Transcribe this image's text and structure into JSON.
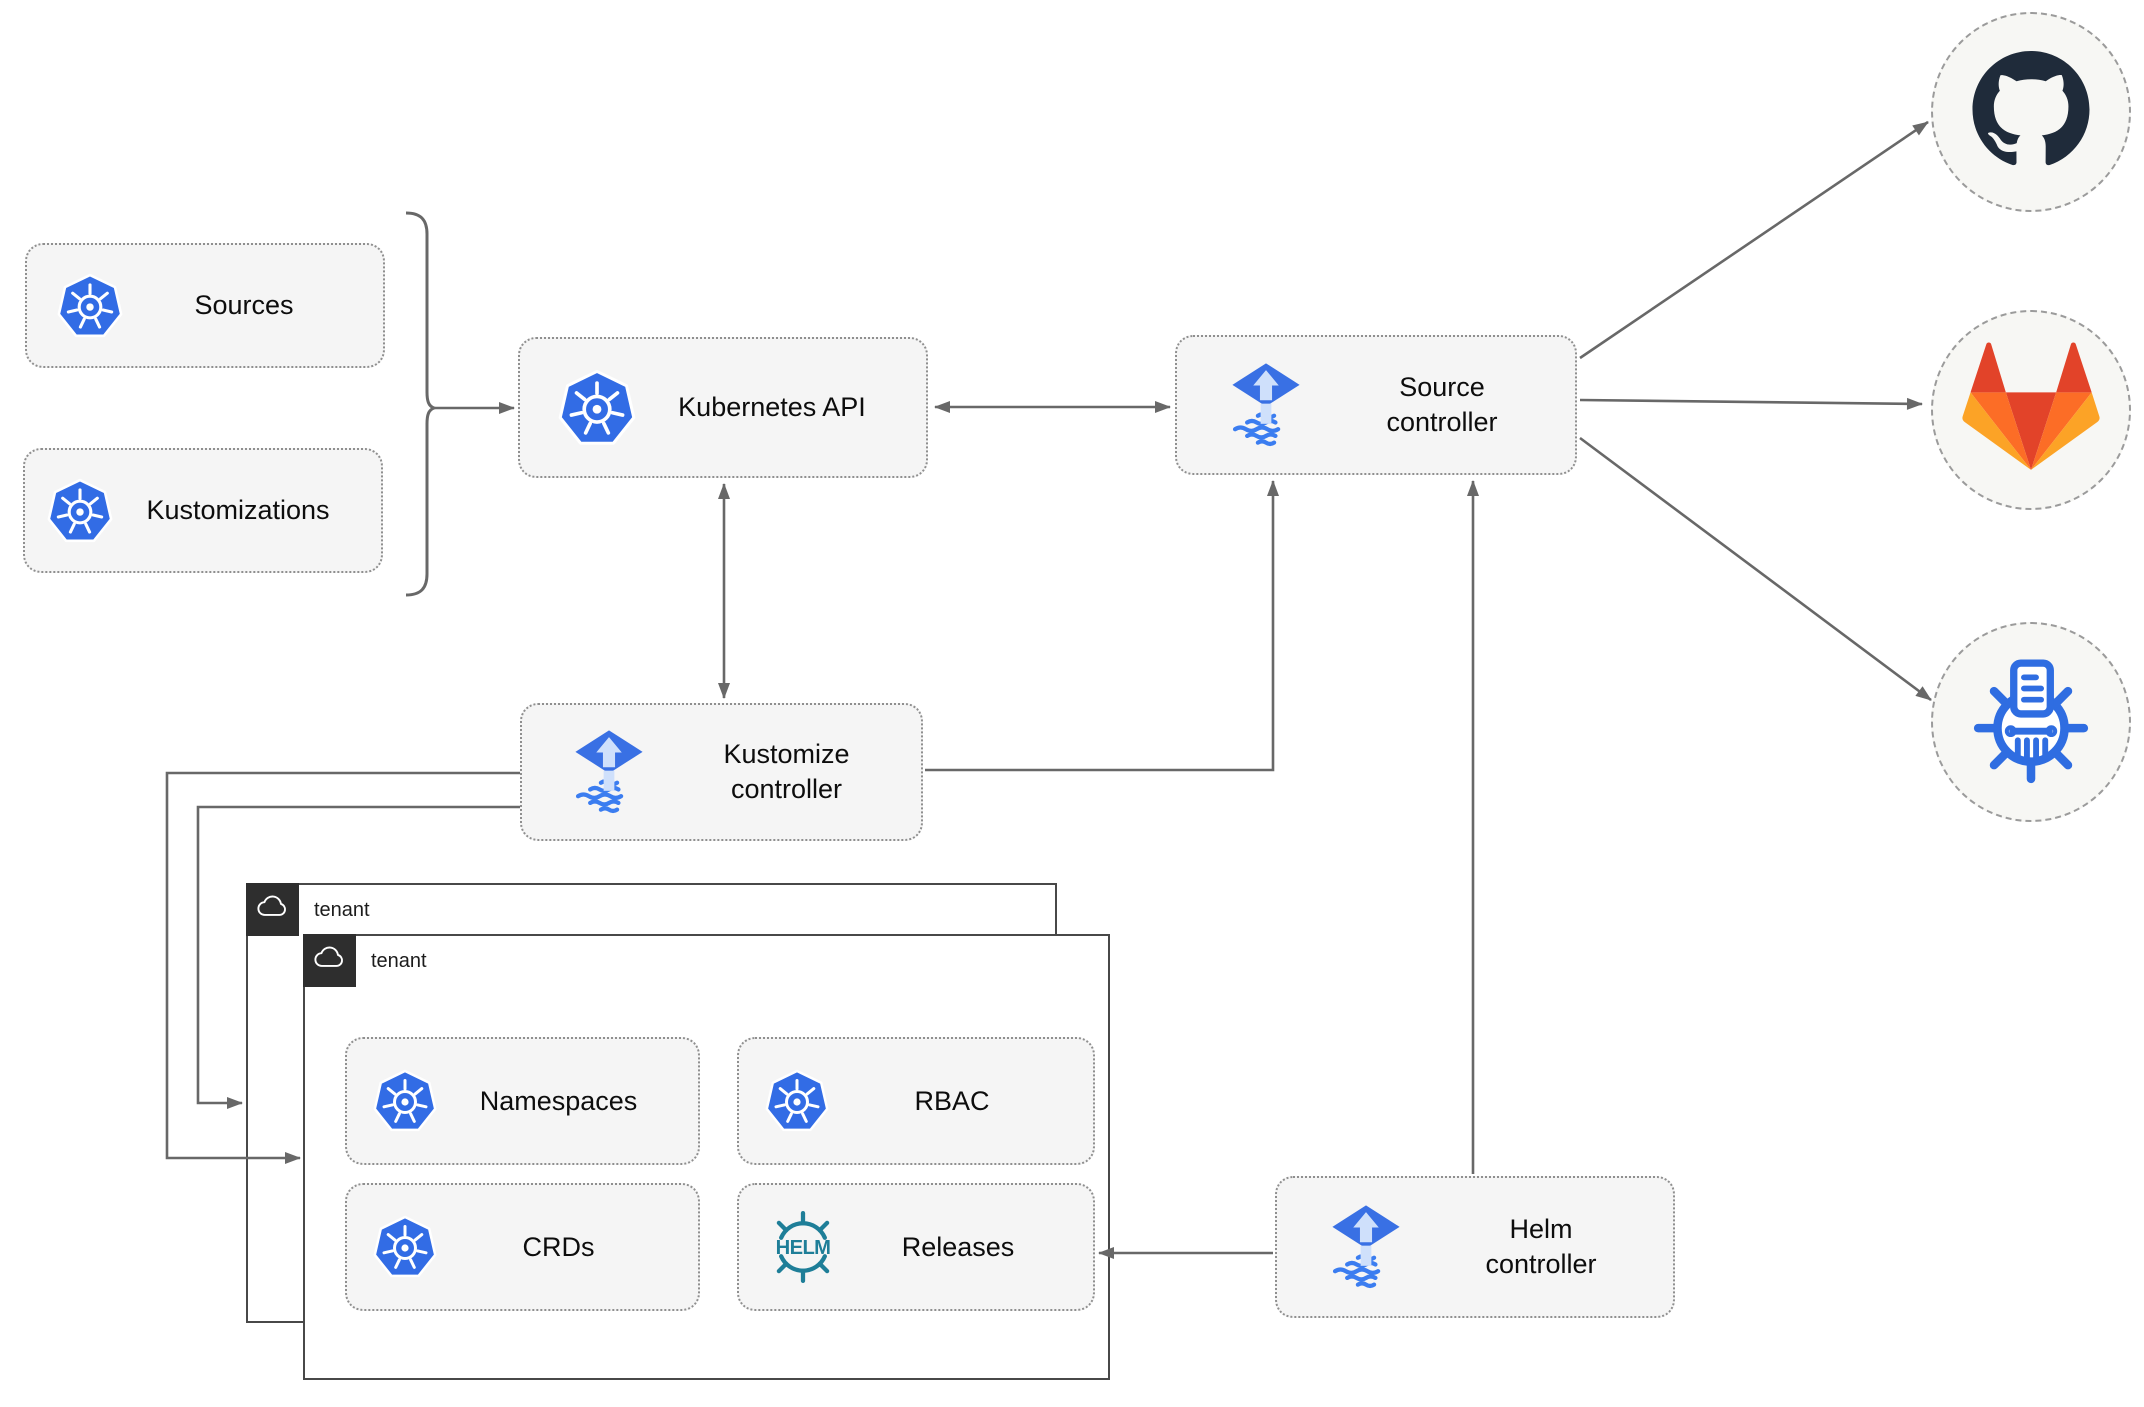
{
  "nodes": {
    "sources": {
      "label": "Sources",
      "icon": "kubernetes-icon"
    },
    "kustomizations": {
      "label": "Kustomizations",
      "icon": "kubernetes-icon"
    },
    "kubernetes_api": {
      "label": "Kubernetes API",
      "icon": "kubernetes-icon"
    },
    "source_controller": {
      "label": "Source controller",
      "icon": "flux-icon"
    },
    "kustomize_controller": {
      "label": "Kustomize controller",
      "icon": "flux-icon"
    },
    "helm_controller": {
      "label": "Helm controller",
      "icon": "flux-icon"
    },
    "namespaces": {
      "label": "Namespaces",
      "icon": "kubernetes-icon"
    },
    "rbac": {
      "label": "RBAC",
      "icon": "kubernetes-icon"
    },
    "crds": {
      "label": "CRDs",
      "icon": "kubernetes-icon"
    },
    "releases": {
      "label": "Releases",
      "icon": "helm-icon"
    }
  },
  "tenants": [
    {
      "label": "tenant",
      "icon": "cloud-icon"
    },
    {
      "label": "tenant",
      "icon": "cloud-icon"
    }
  ],
  "external_endpoints": [
    {
      "name": "github",
      "icon": "github-icon"
    },
    {
      "name": "gitlab",
      "icon": "gitlab-icon"
    },
    {
      "name": "helm-repository",
      "icon": "chartmuseum-icon"
    }
  ],
  "icons": {
    "helm_text": "HELM",
    "kubernetes-icon": "blue heptagon with white ship wheel",
    "flux-icon": "blue diamond with up arrow over wavy striped diamond",
    "helm-icon": "teal helm wheel with HELM wordmark",
    "github-icon": "octocat mark",
    "gitlab-icon": "tanuki fox mark",
    "chartmuseum-icon": "blue helm wheel with document and greek columns",
    "cloud-icon": "white outline cloud on dark tab"
  },
  "colors": {
    "kubernetes_blue": "#326ce5",
    "flux_blue": "#3970e4",
    "flux_light_arrow": "#cfe0fb",
    "helm_teal": "#1e7e98",
    "github_dark": "#1f2b3a",
    "gitlab_orange_dark": "#e24329",
    "gitlab_orange": "#fc6d26",
    "gitlab_orange_light": "#fca326",
    "chartmuseum_blue": "#2f6de1",
    "connector_gray": "#686868",
    "node_fill": "#f5f5f5",
    "node_border": "#8f8f8f",
    "tenant_border": "#484848",
    "tenant_tab_bg": "#2e2e2e",
    "circle_fill": "#f7f7f4"
  }
}
